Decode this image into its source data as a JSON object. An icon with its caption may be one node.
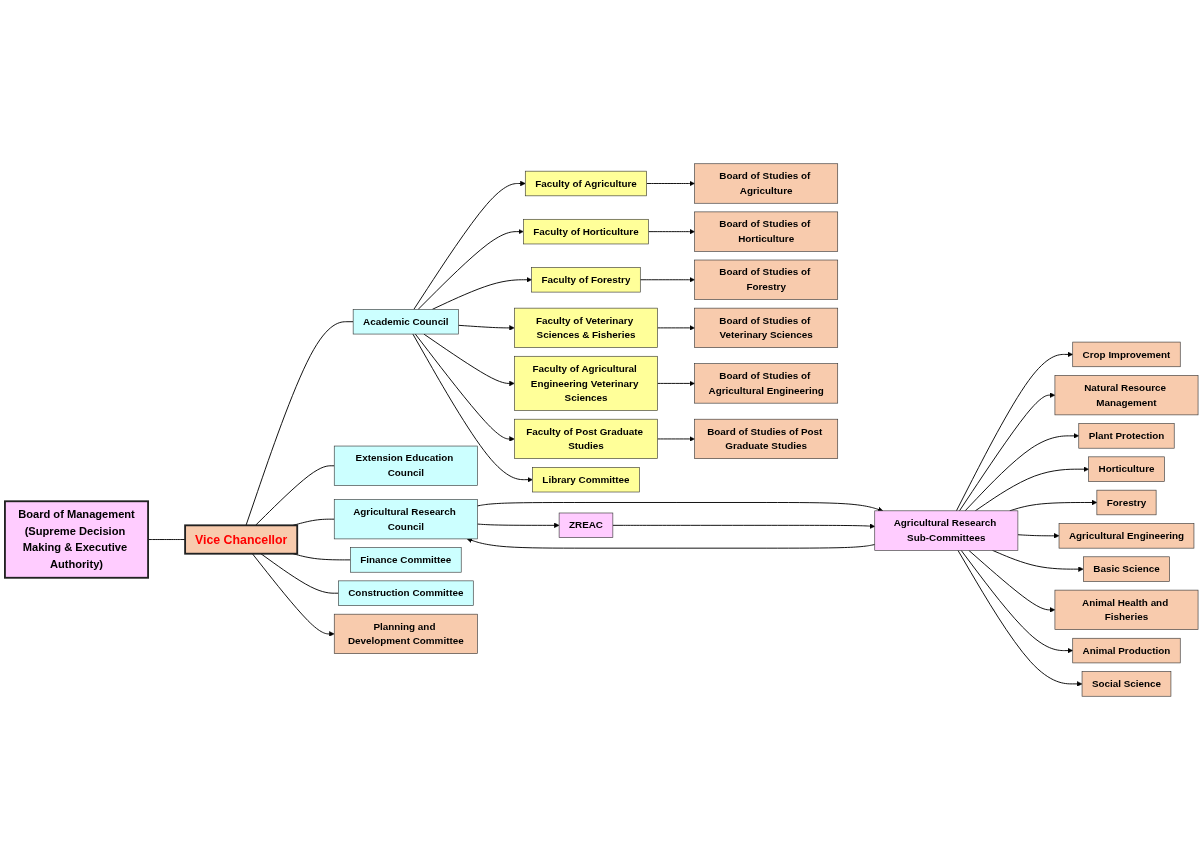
{
  "diagram": {
    "nodes": [
      {
        "text": [
          "Board of Management",
          "(Supreme Decision Making & Executive Authority)"
        ]
      },
      {
        "text": [
          "Vice Chancellor"
        ]
      },
      {
        "text": [
          "Academic Council"
        ]
      },
      {
        "text": [
          "Extension Education Council"
        ]
      },
      {
        "text": [
          "Agricultural Research Council"
        ]
      },
      {
        "text": [
          "Finance Committee"
        ]
      },
      {
        "text": [
          "Construction Committee"
        ]
      },
      {
        "text": [
          "Faculty of Agriculture"
        ]
      },
      {
        "text": [
          "Board of Studies of Agriculture"
        ]
      },
      {
        "text": [
          "Faculty of Horticulture"
        ]
      },
      {
        "text": [
          "Board of Studies of Horticulture"
        ]
      },
      {
        "text": [
          "Faculty of Forestry"
        ]
      },
      {
        "text": [
          "Board of Studies of Forestry"
        ]
      },
      {
        "text": [
          "Faculty of Veterinary Sciences & Fisheries"
        ]
      },
      {
        "text": [
          "Board of Studies of Veterinary Sciences"
        ]
      },
      {
        "text": [
          "Faculty of Agricultural Engineering Veterinary Sciences"
        ]
      },
      {
        "text": [
          "Board of Studies of Agricultural Engineering"
        ]
      },
      {
        "text": [
          "Faculty of Post Graduate Studies"
        ]
      },
      {
        "text": [
          "Board of Studies of Post Graduate Studies"
        ]
      },
      {
        "text": [
          "Library Committee"
        ]
      },
      {
        "text": [
          "Agricultural Research Sub-Committees"
        ]
      },
      {
        "text": [
          "ZREAC"
        ]
      },
      {
        "text": [
          "Planning and Development Committee"
        ]
      },
      {
        "text": [
          "Crop Improvement"
        ]
      },
      {
        "text": [
          "Natural Resource Management"
        ]
      },
      {
        "text": [
          "Plant Protection"
        ]
      },
      {
        "text": [
          "Horticulture"
        ]
      },
      {
        "text": [
          "Forestry"
        ]
      },
      {
        "text": [
          "Agricultural Engineering"
        ]
      },
      {
        "text": [
          "Basic Science"
        ]
      },
      {
        "text": [
          "Animal Health and Fisheries"
        ]
      },
      {
        "text": [
          "Animal Production"
        ]
      },
      {
        "text": [
          "Social Science"
        ]
      }
    ],
    "edges": [
      {
        "from": 0,
        "to": 1,
        "arrow": "none"
      },
      {
        "from": 1,
        "to": 2,
        "arrow": "none"
      },
      {
        "from": 1,
        "to": 3,
        "arrow": "none"
      },
      {
        "from": 1,
        "to": 4,
        "arrow": "none"
      },
      {
        "from": 1,
        "to": 5,
        "arrow": "none"
      },
      {
        "from": 1,
        "to": 6,
        "arrow": "none"
      },
      {
        "from": 1,
        "to": 22,
        "arrow": "to"
      },
      {
        "from": 2,
        "to": 7,
        "arrow": "to"
      },
      {
        "from": 2,
        "to": 9,
        "arrow": "to"
      },
      {
        "from": 2,
        "to": 11,
        "arrow": "to"
      },
      {
        "from": 2,
        "to": 13,
        "arrow": "to"
      },
      {
        "from": 2,
        "to": 15,
        "arrow": "to"
      },
      {
        "from": 2,
        "to": 17,
        "arrow": "to"
      },
      {
        "from": 2,
        "to": 19,
        "arrow": "to"
      },
      {
        "from": 7,
        "to": 8,
        "arrow": "to"
      },
      {
        "from": 9,
        "to": 10,
        "arrow": "to"
      },
      {
        "from": 11,
        "to": 12,
        "arrow": "to"
      },
      {
        "from": 13,
        "to": 14,
        "arrow": "to"
      },
      {
        "from": 15,
        "to": 16,
        "arrow": "to"
      },
      {
        "from": 17,
        "to": 18,
        "arrow": "to"
      },
      {
        "from": 4,
        "to": 20,
        "arrow": "to"
      },
      {
        "from": 4,
        "to": 21,
        "arrow": "to"
      },
      {
        "from": 20,
        "to": 4,
        "arrow": "to"
      },
      {
        "from": 21,
        "to": 20,
        "arrow": "to"
      },
      {
        "from": 20,
        "to": 23,
        "arrow": "to"
      },
      {
        "from": 20,
        "to": 24,
        "arrow": "to"
      },
      {
        "from": 20,
        "to": 25,
        "arrow": "to"
      },
      {
        "from": 20,
        "to": 26,
        "arrow": "to"
      },
      {
        "from": 20,
        "to": 27,
        "arrow": "to"
      },
      {
        "from": 20,
        "to": 28,
        "arrow": "to"
      },
      {
        "from": 20,
        "to": 29,
        "arrow": "to"
      },
      {
        "from": 20,
        "to": 30,
        "arrow": "to"
      },
      {
        "from": 20,
        "to": 31,
        "arrow": "to"
      },
      {
        "from": 20,
        "to": 32,
        "arrow": "to"
      }
    ]
  }
}
